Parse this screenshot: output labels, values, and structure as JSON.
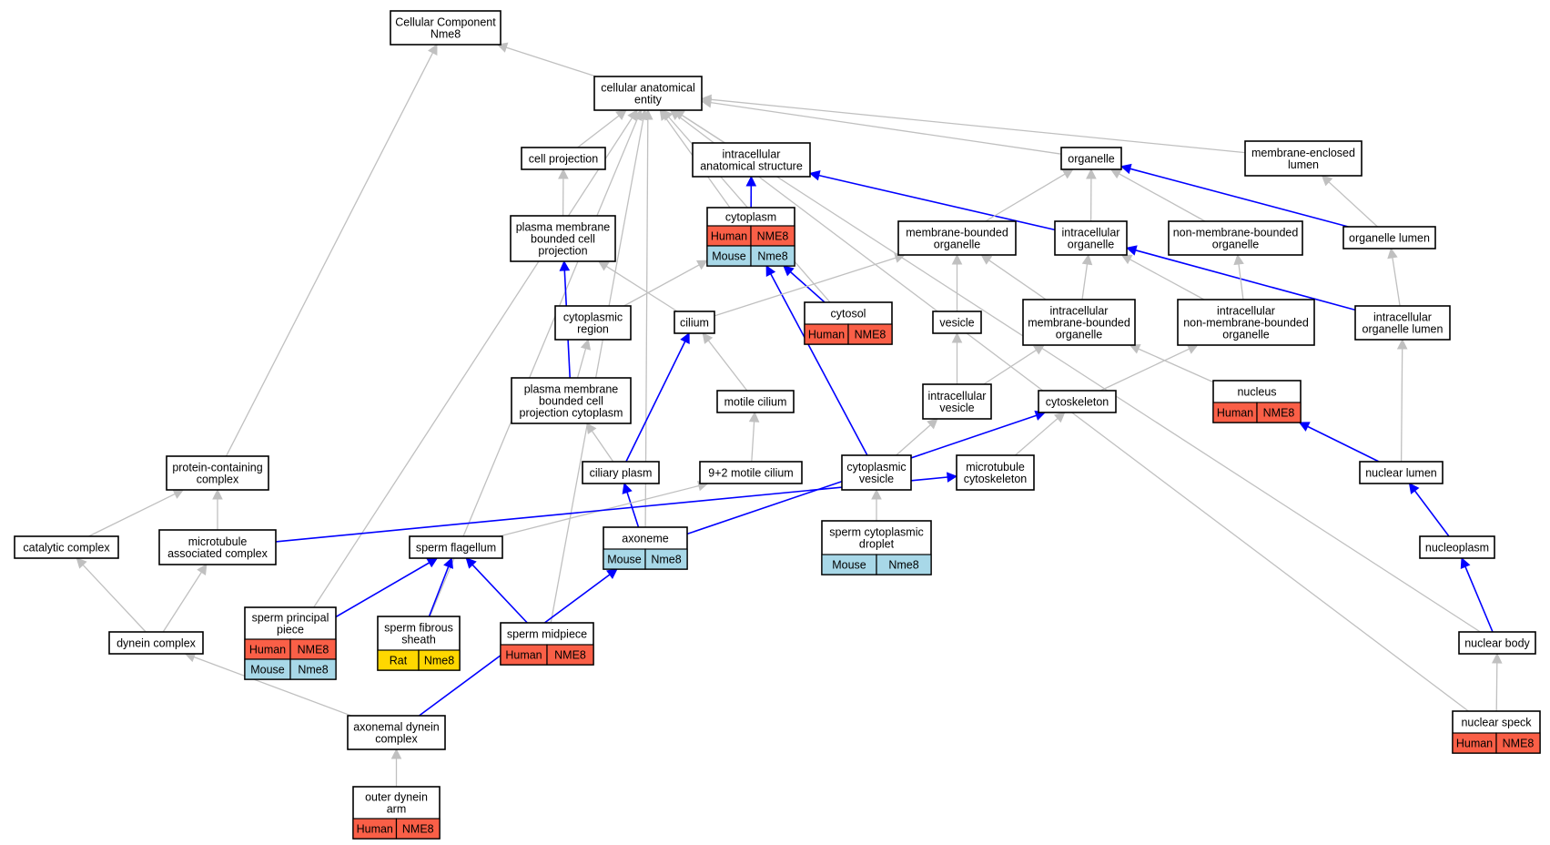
{
  "colors": {
    "gray_edge": "#c0c0c0",
    "blue_edge": "#0000ff",
    "human": "#fa5f47",
    "mouse": "#a8d8e8",
    "rat": "#ffd700"
  },
  "species": {
    "human": "Human",
    "mouse": "Mouse",
    "rat": "Rat"
  },
  "nodes": {
    "root": {
      "lines": [
        "Cellular Component",
        "Nme8"
      ]
    },
    "cae": {
      "lines": [
        "cellular anatomical",
        "entity"
      ]
    },
    "cellproj": {
      "lines": [
        "cell projection"
      ]
    },
    "ias": {
      "lines": [
        "intracellular",
        "anatomical structure"
      ]
    },
    "organelle": {
      "lines": [
        "organelle"
      ]
    },
    "mel": {
      "lines": [
        "membrane-enclosed",
        "lumen"
      ]
    },
    "pmbcp": {
      "lines": [
        "plasma membrane",
        "bounded cell",
        "projection"
      ]
    },
    "cytoplasm": {
      "lines": [
        "cytoplasm"
      ],
      "rows": [
        [
          "human",
          "NME8"
        ],
        [
          "mouse",
          "Nme8"
        ]
      ]
    },
    "mbo": {
      "lines": [
        "membrane-bounded",
        "organelle"
      ]
    },
    "io": {
      "lines": [
        "intracellular",
        "organelle"
      ]
    },
    "nmbo": {
      "lines": [
        "non-membrane-bounded",
        "organelle"
      ]
    },
    "olumen": {
      "lines": [
        "organelle lumen"
      ]
    },
    "cytoreg": {
      "lines": [
        "cytoplasmic",
        "region"
      ]
    },
    "cilium": {
      "lines": [
        "cilium"
      ]
    },
    "cytosol": {
      "lines": [
        "cytosol"
      ],
      "rows": [
        [
          "human",
          "NME8"
        ]
      ]
    },
    "vesicle": {
      "lines": [
        "vesicle"
      ]
    },
    "imbo": {
      "lines": [
        "intracellular",
        "membrane-bounded",
        "organelle"
      ]
    },
    "inmbo": {
      "lines": [
        "intracellular",
        "non-membrane-bounded",
        "organelle"
      ]
    },
    "iol": {
      "lines": [
        "intracellular",
        "organelle lumen"
      ]
    },
    "pmbcpc": {
      "lines": [
        "plasma membrane",
        "bounded cell",
        "projection cytoplasm"
      ]
    },
    "motile": {
      "lines": [
        "motile cilium"
      ]
    },
    "ivesicle": {
      "lines": [
        "intracellular",
        "vesicle"
      ]
    },
    "cytoskel": {
      "lines": [
        "cytoskeleton"
      ]
    },
    "nucleus": {
      "lines": [
        "nucleus"
      ],
      "rows": [
        [
          "human",
          "NME8"
        ]
      ]
    },
    "pcc": {
      "lines": [
        "protein-containing",
        "complex"
      ]
    },
    "ciliary": {
      "lines": [
        "ciliary plasm"
      ]
    },
    "m92": {
      "lines": [
        "9+2 motile cilium"
      ]
    },
    "cvesicle": {
      "lines": [
        "cytoplasmic",
        "vesicle"
      ]
    },
    "mtcs": {
      "lines": [
        "microtubule",
        "cytoskeleton"
      ]
    },
    "nlumen": {
      "lines": [
        "nuclear lumen"
      ]
    },
    "catalytic": {
      "lines": [
        "catalytic complex"
      ]
    },
    "mac": {
      "lines": [
        "microtubule",
        "associated complex"
      ]
    },
    "flagellum": {
      "lines": [
        "sperm flagellum"
      ]
    },
    "axoneme": {
      "lines": [
        "axoneme"
      ],
      "rows": [
        [
          "mouse",
          "Nme8"
        ]
      ]
    },
    "scd": {
      "lines": [
        "sperm cytoplasmic",
        "droplet"
      ],
      "rows": [
        [
          "mouse",
          "Nme8"
        ]
      ]
    },
    "nucleoplasm": {
      "lines": [
        "nucleoplasm"
      ]
    },
    "spp": {
      "lines": [
        "sperm principal",
        "piece"
      ],
      "rows": [
        [
          "human",
          "NME8"
        ],
        [
          "mouse",
          "Nme8"
        ]
      ]
    },
    "sfs": {
      "lines": [
        "sperm fibrous",
        "sheath"
      ],
      "rows": [
        [
          "rat",
          "Nme8"
        ]
      ]
    },
    "smp": {
      "lines": [
        "sperm midpiece"
      ],
      "rows": [
        [
          "human",
          "NME8"
        ]
      ]
    },
    "dynein": {
      "lines": [
        "dynein complex"
      ]
    },
    "nbody": {
      "lines": [
        "nuclear body"
      ]
    },
    "adc": {
      "lines": [
        "axonemal dynein",
        "complex"
      ]
    },
    "nspeck": {
      "lines": [
        "nuclear speck"
      ],
      "rows": [
        [
          "human",
          "NME8"
        ]
      ]
    },
    "oda": {
      "lines": [
        "outer dynein",
        "arm"
      ],
      "rows": [
        [
          "human",
          "NME8"
        ]
      ]
    }
  },
  "edges": [
    {
      "from": "cae",
      "to": "root",
      "kind": "gray"
    },
    {
      "from": "pcc",
      "to": "root",
      "kind": "gray"
    },
    {
      "from": "cellproj",
      "to": "cae",
      "kind": "gray"
    },
    {
      "from": "ias",
      "to": "cae",
      "kind": "gray"
    },
    {
      "from": "cytoplasm",
      "to": "cae",
      "kind": "gray"
    },
    {
      "from": "cytosol",
      "to": "cae",
      "kind": "gray"
    },
    {
      "from": "organelle",
      "to": "cae",
      "kind": "gray"
    },
    {
      "from": "mel",
      "to": "cae",
      "kind": "gray"
    },
    {
      "from": "nbody",
      "to": "cae",
      "kind": "gray"
    },
    {
      "from": "nspeck",
      "to": "cae",
      "kind": "gray"
    },
    {
      "from": "spp",
      "to": "cae",
      "kind": "gray"
    },
    {
      "from": "sfs",
      "to": "cae",
      "kind": "gray"
    },
    {
      "from": "smp",
      "to": "cae",
      "kind": "gray"
    },
    {
      "from": "axoneme",
      "to": "cae",
      "kind": "gray"
    },
    {
      "from": "cytoplasm",
      "to": "ias",
      "kind": "blue"
    },
    {
      "from": "io",
      "to": "ias",
      "kind": "blue"
    },
    {
      "from": "pmbcp",
      "to": "cellproj",
      "kind": "gray"
    },
    {
      "from": "mbo",
      "to": "organelle",
      "kind": "gray"
    },
    {
      "from": "io",
      "to": "organelle",
      "kind": "gray"
    },
    {
      "from": "nmbo",
      "to": "organelle",
      "kind": "gray"
    },
    {
      "from": "olumen",
      "to": "organelle",
      "kind": "blue"
    },
    {
      "from": "olumen",
      "to": "mel",
      "kind": "gray"
    },
    {
      "from": "cilium",
      "to": "pmbcp",
      "kind": "gray"
    },
    {
      "from": "pmbcpc",
      "to": "pmbcp",
      "kind": "blue"
    },
    {
      "from": "cytoreg",
      "to": "cytoplasm",
      "kind": "gray"
    },
    {
      "from": "cytosol",
      "to": "cytoplasm",
      "kind": "blue"
    },
    {
      "from": "cvesicle",
      "to": "cytoplasm",
      "kind": "blue"
    },
    {
      "from": "cilium",
      "to": "mbo",
      "kind": "gray"
    },
    {
      "from": "vesicle",
      "to": "mbo",
      "kind": "gray"
    },
    {
      "from": "imbo",
      "to": "mbo",
      "kind": "gray"
    },
    {
      "from": "imbo",
      "to": "io",
      "kind": "gray"
    },
    {
      "from": "inmbo",
      "to": "io",
      "kind": "gray"
    },
    {
      "from": "iol",
      "to": "io",
      "kind": "blue"
    },
    {
      "from": "inmbo",
      "to": "nmbo",
      "kind": "gray"
    },
    {
      "from": "iol",
      "to": "olumen",
      "kind": "gray"
    },
    {
      "from": "pmbcpc",
      "to": "cytoreg",
      "kind": "gray"
    },
    {
      "from": "motile",
      "to": "cilium",
      "kind": "gray"
    },
    {
      "from": "ciliary",
      "to": "cilium",
      "kind": "blue"
    },
    {
      "from": "ivesicle",
      "to": "vesicle",
      "kind": "gray"
    },
    {
      "from": "ivesicle",
      "to": "imbo",
      "kind": "gray"
    },
    {
      "from": "nucleus",
      "to": "imbo",
      "kind": "gray"
    },
    {
      "from": "cytoskel",
      "to": "inmbo",
      "kind": "gray"
    },
    {
      "from": "nlumen",
      "to": "iol",
      "kind": "gray"
    },
    {
      "from": "ciliary",
      "to": "pmbcpc",
      "kind": "gray"
    },
    {
      "from": "m92",
      "to": "motile",
      "kind": "gray"
    },
    {
      "from": "cvesicle",
      "to": "ivesicle",
      "kind": "gray"
    },
    {
      "from": "mtcs",
      "to": "cytoskel",
      "kind": "gray"
    },
    {
      "from": "axoneme",
      "to": "cytoskel",
      "kind": "blue"
    },
    {
      "from": "nlumen",
      "to": "nucleus",
      "kind": "blue"
    },
    {
      "from": "catalytic",
      "to": "pcc",
      "kind": "gray"
    },
    {
      "from": "mac",
      "to": "pcc",
      "kind": "gray"
    },
    {
      "from": "axoneme",
      "to": "ciliary",
      "kind": "blue"
    },
    {
      "from": "flagellum",
      "to": "m92",
      "kind": "gray"
    },
    {
      "from": "scd",
      "to": "cvesicle",
      "kind": "gray"
    },
    {
      "from": "mac",
      "to": "mtcs",
      "kind": "blue"
    },
    {
      "from": "nucleoplasm",
      "to": "nlumen",
      "kind": "blue"
    },
    {
      "from": "dynein",
      "to": "catalytic",
      "kind": "gray"
    },
    {
      "from": "dynein",
      "to": "mac",
      "kind": "gray"
    },
    {
      "from": "spp",
      "to": "flagellum",
      "kind": "blue"
    },
    {
      "from": "sfs",
      "to": "flagellum",
      "kind": "blue"
    },
    {
      "from": "smp",
      "to": "flagellum",
      "kind": "blue"
    },
    {
      "from": "adc",
      "to": "axoneme",
      "kind": "blue"
    },
    {
      "from": "nbody",
      "to": "nucleoplasm",
      "kind": "blue"
    },
    {
      "from": "adc",
      "to": "dynein",
      "kind": "gray"
    },
    {
      "from": "nspeck",
      "to": "nbody",
      "kind": "gray"
    },
    {
      "from": "oda",
      "to": "adc",
      "kind": "gray"
    }
  ]
}
